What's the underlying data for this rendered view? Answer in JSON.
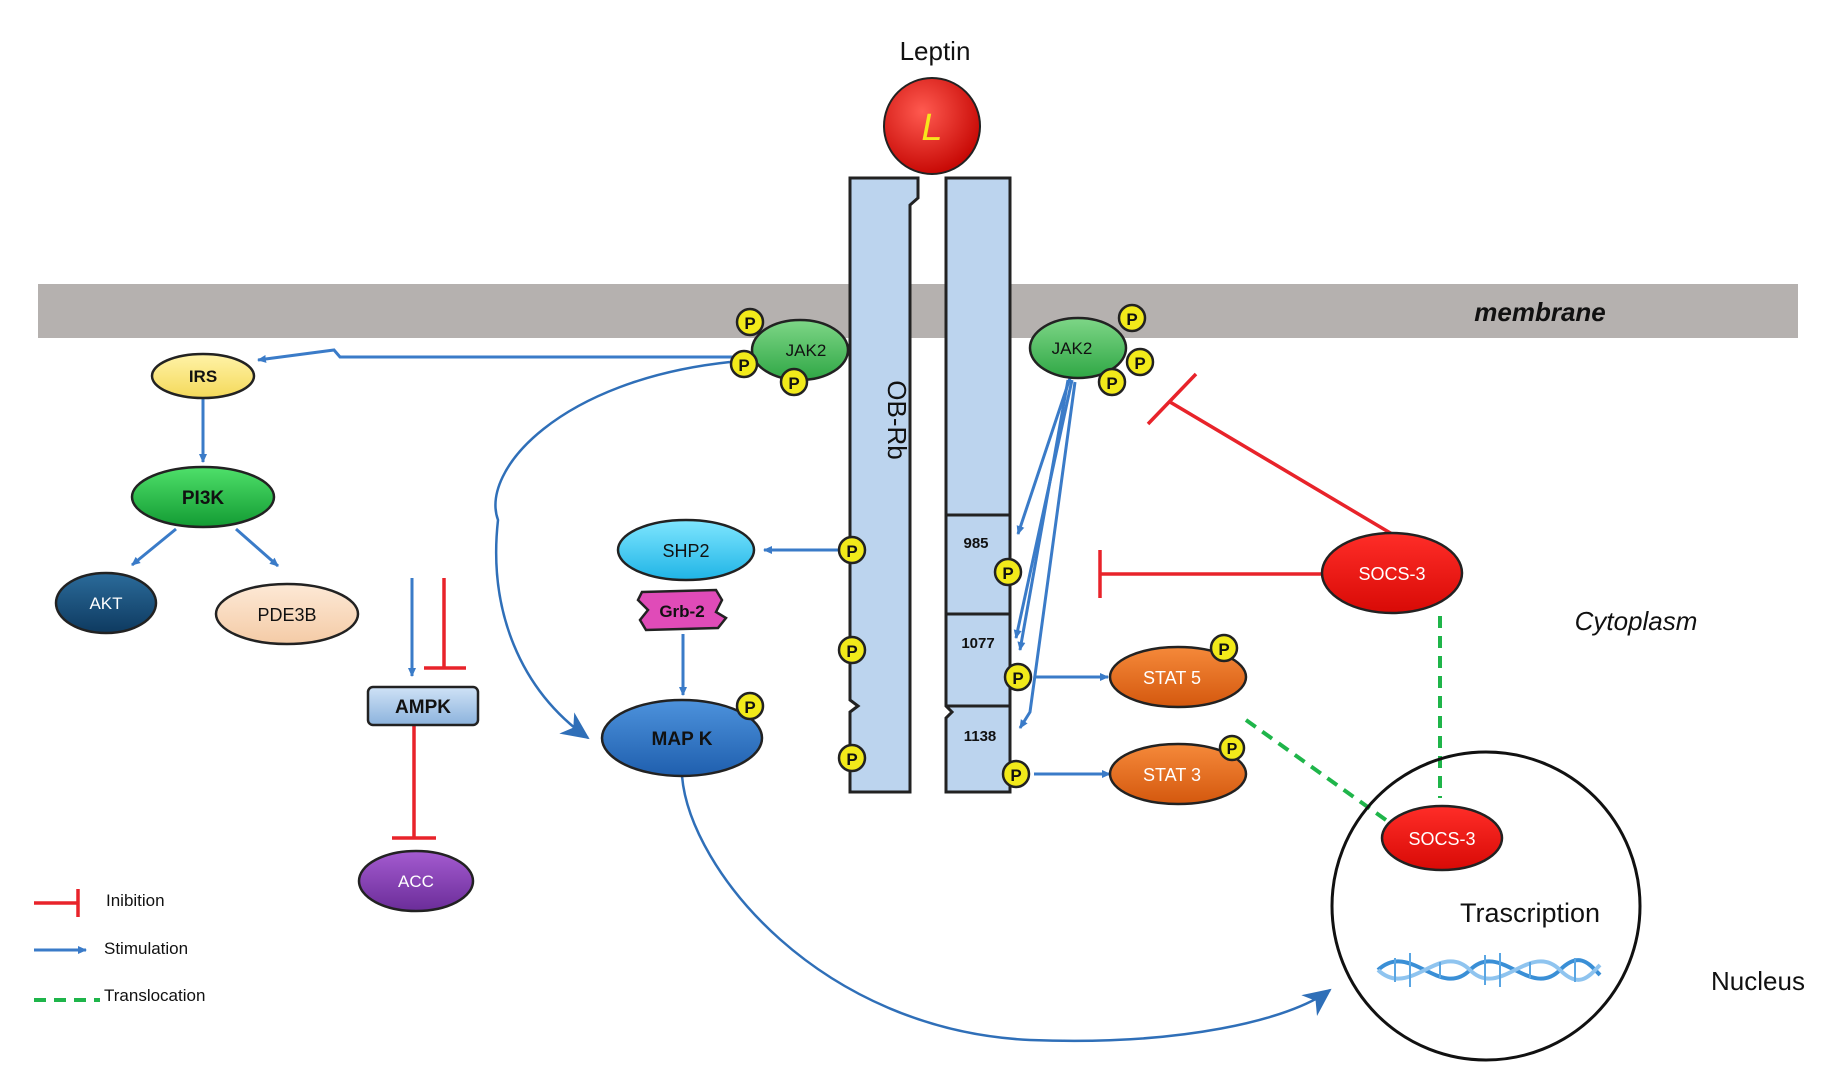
{
  "ligand": {
    "title": "Leptin",
    "symbol": "L"
  },
  "membrane": {
    "label": "membrane"
  },
  "receptor": {
    "label": "OB-Rb",
    "sites": [
      "985",
      "1077",
      "1138"
    ]
  },
  "phospho": {
    "label": "P"
  },
  "nodes": {
    "jak2_left": "JAK2",
    "jak2_right": "JAK2",
    "irs": "IRS",
    "pi3k": "PI3K",
    "akt": "AKT",
    "pde3b": "PDE3B",
    "ampk": "AMPK",
    "acc": "ACC",
    "shp2": "SHP2",
    "grb2": "Grb-2",
    "mapk": "MAP K",
    "stat5": "STAT 5",
    "stat3": "STAT 3",
    "socs3_cyto": "SOCS-3",
    "socs3_nuc": "SOCS-3"
  },
  "compartments": {
    "cytoplasm": "Cytoplasm",
    "nucleus": "Nucleus",
    "transcription": "Trascription"
  },
  "legend": {
    "inhibition": "Inibition",
    "stimulation": "Stimulation",
    "translocation": "Translocation"
  },
  "colors": {
    "stimulation": "#3a7bc8",
    "inhibition": "#e8232a",
    "translocation": "#1fb54a",
    "receptor": "#bcd4ee",
    "membrane": "#b5b1af",
    "phospho": "#f2ea1a",
    "leptin": "#e0140f"
  }
}
